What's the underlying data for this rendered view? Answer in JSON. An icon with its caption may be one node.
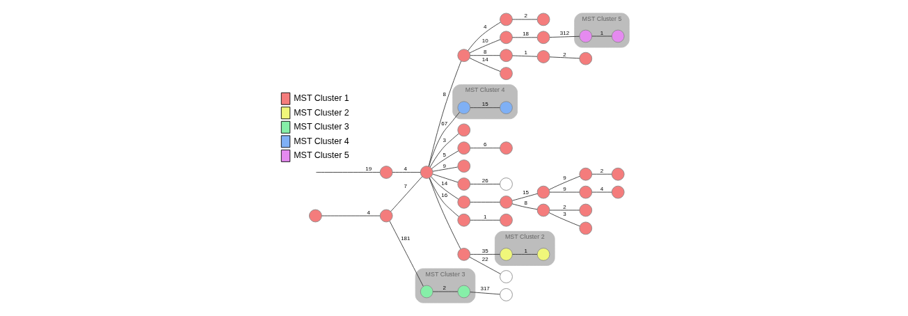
{
  "diagram": {
    "nodes": [
      {
        "text": [
          "MST Cluster 3"
        ]
      },
      {
        "text": [
          "MST Cluster 4"
        ]
      },
      {
        "text": [
          "MST Cluster 2"
        ]
      },
      {
        "text": [
          "MST Cluster 5"
        ]
      },
      {
        "text": [],
        "shape": "circle"
      },
      {
        "text": [],
        "shape": "circle"
      },
      {
        "text": [],
        "shape": "circle"
      },
      {
        "text": [],
        "shape": "circle"
      },
      {
        "text": [],
        "shape": "circle"
      },
      {
        "text": [],
        "shape": "circle"
      },
      {
        "text": [],
        "shape": "circle"
      },
      {
        "text": [],
        "shape": "circle"
      },
      {
        "text": [],
        "shape": "circle"
      },
      {
        "text": [],
        "shape": "circle"
      },
      {
        "text": [],
        "shape": "circle"
      },
      {
        "text": [],
        "shape": "circle"
      },
      {
        "text": [],
        "shape": "circle"
      },
      {
        "text": [],
        "shape": "circle"
      },
      {
        "text": [],
        "shape": "circle"
      },
      {
        "text": [],
        "shape": "circle"
      },
      {
        "text": [],
        "shape": "circle"
      },
      {
        "text": [],
        "shape": "circle"
      },
      {
        "text": [],
        "shape": "circle"
      },
      {
        "text": [],
        "shape": "circle"
      },
      {
        "text": [],
        "shape": "circle"
      },
      {
        "text": [],
        "shape": "circle"
      },
      {
        "text": [],
        "shape": "circle"
      },
      {
        "text": [],
        "shape": "circle",
        "in": 2
      },
      {
        "text": [],
        "shape": "circle",
        "in": 2
      },
      {
        "text": [],
        "shape": "circle"
      },
      {
        "text": [],
        "shape": "circle",
        "in": 1
      },
      {
        "text": [],
        "shape": "circle",
        "in": 1
      },
      {
        "text": [],
        "shape": "circle"
      },
      {
        "text": [],
        "shape": "circle"
      },
      {
        "text": [],
        "shape": "circle"
      },
      {
        "text": [],
        "shape": "circle"
      },
      {
        "text": [],
        "shape": "circle"
      },
      {
        "text": [],
        "shape": "circle",
        "in": 3
      },
      {
        "text": [],
        "shape": "circle",
        "in": 3
      },
      {
        "text": [],
        "shape": "circle"
      },
      {
        "text": [],
        "shape": "circle"
      },
      {
        "text": [],
        "shape": "circle"
      },
      {
        "text": [],
        "shape": "circle"
      },
      {
        "text": [],
        "shape": "circle",
        "in": 0
      },
      {
        "text": [],
        "shape": "circle",
        "in": 0
      },
      {
        "text": [],
        "shape": "circle"
      }
    ],
    "edges": [
      {
        "from": 5,
        "to": 6,
        "label": "4",
        "arrow": "none"
      },
      {
        "from": 6,
        "to": 4,
        "label": "7",
        "arrow": "none"
      },
      {
        "from": 7,
        "to": 4,
        "label": "4",
        "arrow": "none"
      },
      {
        "from": 7,
        "to": null,
        "label": "19",
        "arrow": "none"
      },
      {
        "from": 4,
        "to": 8,
        "label": "3",
        "arrow": "none"
      },
      {
        "from": 4,
        "to": 9,
        "label": "5",
        "arrow": "none"
      },
      {
        "from": 9,
        "to": 10,
        "label": "6",
        "arrow": "none"
      },
      {
        "from": 4,
        "to": 11,
        "label": "9",
        "arrow": "none"
      },
      {
        "from": 4,
        "to": 12,
        "arrow": "none"
      },
      {
        "from": 4,
        "to": 13,
        "label": "14",
        "arrow": "none"
      },
      {
        "from": 13,
        "to": 14,
        "arrow": "none"
      },
      {
        "from": 14,
        "to": 15,
        "label": "8",
        "arrow": "none"
      },
      {
        "from": 15,
        "to": 16,
        "label": "2",
        "arrow": "none"
      },
      {
        "from": 15,
        "to": 17,
        "label": "3",
        "arrow": "none"
      },
      {
        "from": 14,
        "to": 18,
        "label": "15",
        "arrow": "none"
      },
      {
        "from": 18,
        "to": 19,
        "label": "9",
        "arrow": "none"
      },
      {
        "from": 19,
        "to": 20,
        "label": "2",
        "arrow": "none"
      },
      {
        "from": 18,
        "to": 21,
        "label": "9",
        "arrow": "none"
      },
      {
        "from": 21,
        "to": 22,
        "label": "4",
        "arrow": "none"
      },
      {
        "from": 4,
        "to": 23,
        "label": "16",
        "arrow": "none"
      },
      {
        "from": 23,
        "to": 24,
        "label": "1",
        "arrow": "none"
      },
      {
        "from": 4,
        "to": 25,
        "arrow": "none"
      },
      {
        "from": 25,
        "to": 26,
        "label": "22",
        "arrow": "none"
      },
      {
        "from": 25,
        "to": 27,
        "label": "35",
        "arrow": "none"
      },
      {
        "from": 27,
        "to": 28,
        "label": "1",
        "arrow": "none"
      },
      {
        "from": 12,
        "to": 29,
        "label": "26",
        "arrow": "none"
      },
      {
        "from": 4,
        "to": 30,
        "label": "67",
        "arrow": "none"
      },
      {
        "from": 30,
        "to": 31,
        "label": "15",
        "arrow": "none"
      },
      {
        "from": 4,
        "to": 32,
        "label": "8",
        "arrow": "none"
      },
      {
        "from": 32,
        "to": 33,
        "label": "4",
        "arrow": "none"
      },
      {
        "from": 33,
        "to": 34,
        "label": "2",
        "arrow": "none"
      },
      {
        "from": 32,
        "to": 35,
        "label": "10",
        "arrow": "none"
      },
      {
        "from": 35,
        "to": 36,
        "label": "18",
        "arrow": "none"
      },
      {
        "from": 36,
        "to": 37,
        "label": "312",
        "arrow": "none"
      },
      {
        "from": 37,
        "to": 38,
        "label": "1",
        "arrow": "none"
      },
      {
        "from": 32,
        "to": 39,
        "label": "8",
        "arrow": "none"
      },
      {
        "from": 39,
        "to": 40,
        "label": "1",
        "arrow": "none"
      },
      {
        "from": 40,
        "to": 41,
        "label": "2",
        "arrow": "none"
      },
      {
        "from": 32,
        "to": 42,
        "label": "14",
        "arrow": "none"
      },
      {
        "from": 6,
        "to": 43,
        "label": "181",
        "arrow": "none"
      },
      {
        "from": 43,
        "to": 44,
        "label": "2",
        "arrow": "none"
      },
      {
        "from": 44,
        "to": 45,
        "label": "317",
        "arrow": "none"
      }
    ],
    "legend": [
      {
        "text": "MST Cluster 1",
        "color": "#f47c7c"
      },
      {
        "text": "MST Cluster 2",
        "color": "#f0f77a"
      },
      {
        "text": "MST Cluster 3",
        "color": "#86efa8"
      },
      {
        "text": "MST Cluster 4",
        "color": "#7fb0f5"
      },
      {
        "text": "MST Cluster 5",
        "color": "#e58af0"
      }
    ]
  }
}
